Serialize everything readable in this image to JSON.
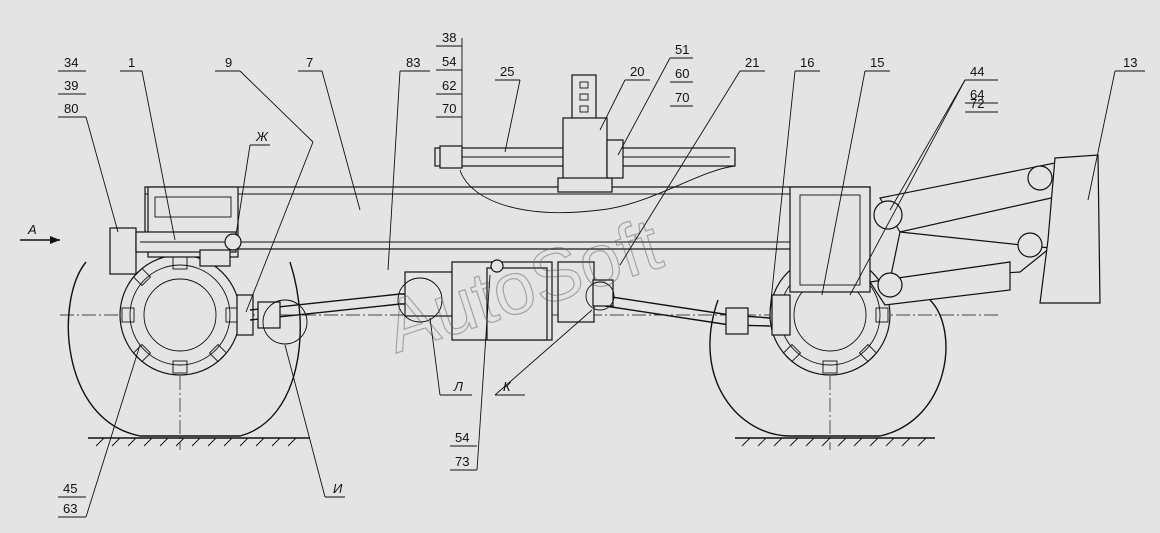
{
  "callouts": {
    "c34_39_80": [
      "34",
      "39",
      "80"
    ],
    "c1": "1",
    "c9": "9",
    "c7": "7",
    "c83": "83",
    "c38_54_62_70": [
      "38",
      "54",
      "62",
      "70"
    ],
    "c25": "25",
    "c20": "20",
    "c51_60_70": [
      "51",
      "60",
      "70"
    ],
    "c21": "21",
    "c16": "16",
    "c15": "15",
    "c44_64_72": [
      "44",
      "64",
      "72"
    ],
    "c13": "13",
    "czh": "Ж",
    "ca": "А",
    "cl": "Л",
    "ck": "К",
    "ci": "И",
    "c54_73": [
      "54",
      "73"
    ],
    "c45_63": [
      "45",
      "63"
    ]
  },
  "watermark": "AutoSoft"
}
